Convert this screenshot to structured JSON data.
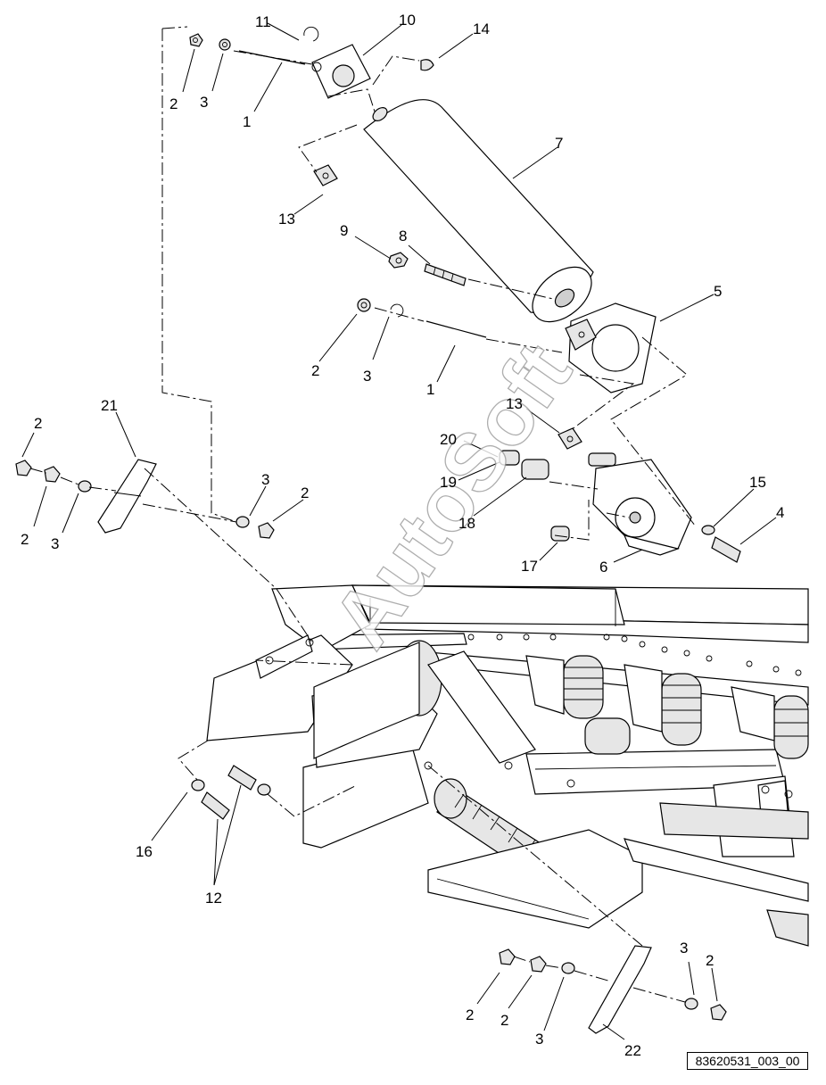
{
  "callouts": {
    "c1a": "1",
    "c1b": "1",
    "c2a": "2",
    "c2b": "2",
    "c2c": "2",
    "c2d": "2",
    "c2e": "2",
    "c2f": "2",
    "c2g": "2",
    "c2h": "2",
    "c3a": "3",
    "c3b": "3",
    "c3c": "3",
    "c3d": "3",
    "c3e": "3",
    "c3f": "3",
    "c4": "4",
    "c5": "5",
    "c6": "6",
    "c7": "7",
    "c8": "8",
    "c9": "9",
    "c10": "10",
    "c11": "11",
    "c12": "12",
    "c13a": "13",
    "c13b": "13",
    "c14": "14",
    "c15": "15",
    "c16": "16",
    "c17": "17",
    "c18": "18",
    "c19": "19",
    "c20": "20",
    "c21": "21",
    "c22": "22"
  },
  "watermark": "AutoSoft",
  "reference_code": "83620531_003_00"
}
